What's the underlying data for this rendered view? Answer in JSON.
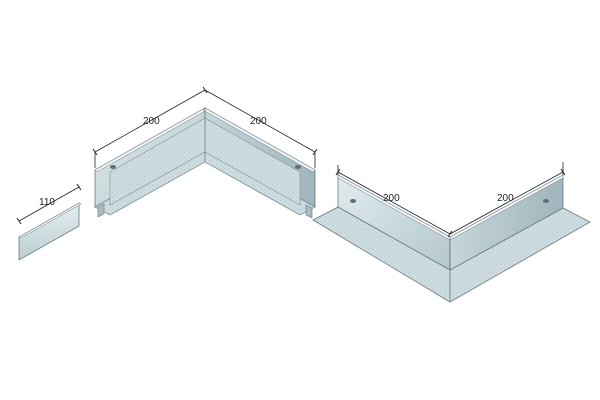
{
  "diagram": {
    "labels": {
      "flat_plate": "110",
      "internal_corner_left": "200",
      "internal_corner_right": "200",
      "external_corner_left": "200",
      "external_corner_right": "200"
    },
    "colors": {
      "metal_light": "#d7e3e7",
      "metal_mid": "#b9cdd3",
      "metal_dark": "#8ea6ad",
      "outline": "#6a7a80",
      "dimension": "#222222"
    }
  }
}
